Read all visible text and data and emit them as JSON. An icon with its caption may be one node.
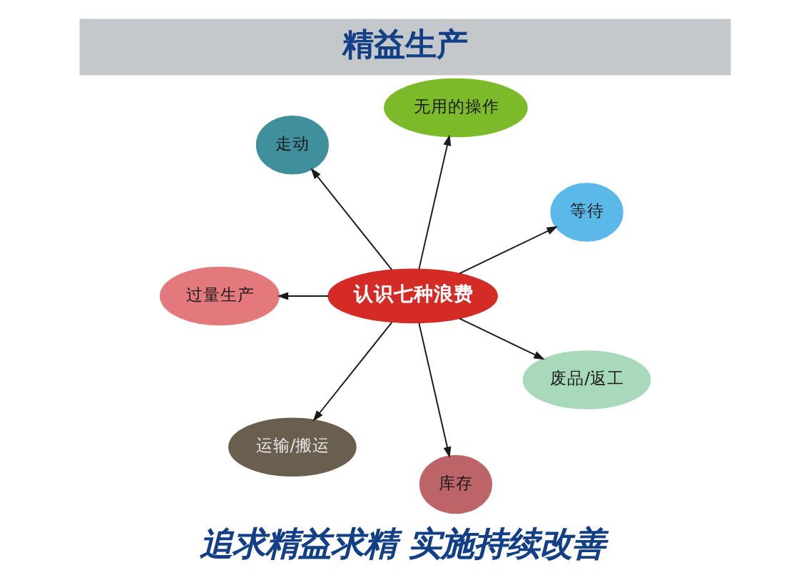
{
  "diagram": {
    "title": "精益生产",
    "caption": "追求精益求精 实施持续改善",
    "nodes": [
      {
        "text": [
          "走动"
        ]
      },
      {
        "text": [
          "无用的操作"
        ]
      },
      {
        "text": [
          "过量生产"
        ]
      },
      {
        "text": [
          "认识七种浪费"
        ]
      },
      {
        "text": [
          "等待"
        ]
      },
      {
        "text": [
          "运输/搬运"
        ]
      },
      {
        "text": [
          "库存"
        ]
      },
      {
        "text": [
          "废品/返工"
        ]
      }
    ],
    "edges": [
      {
        "from": 3,
        "to": 0,
        "arrow": "to"
      },
      {
        "from": 3,
        "to": 1,
        "arrow": "to"
      },
      {
        "from": 3,
        "to": 2,
        "arrow": "to"
      },
      {
        "from": 3,
        "to": 4,
        "arrow": "to"
      },
      {
        "from": 3,
        "to": 5,
        "arrow": "to"
      },
      {
        "from": 3,
        "to": 6,
        "arrow": "to"
      },
      {
        "from": 3,
        "to": 7,
        "arrow": "to"
      }
    ]
  }
}
